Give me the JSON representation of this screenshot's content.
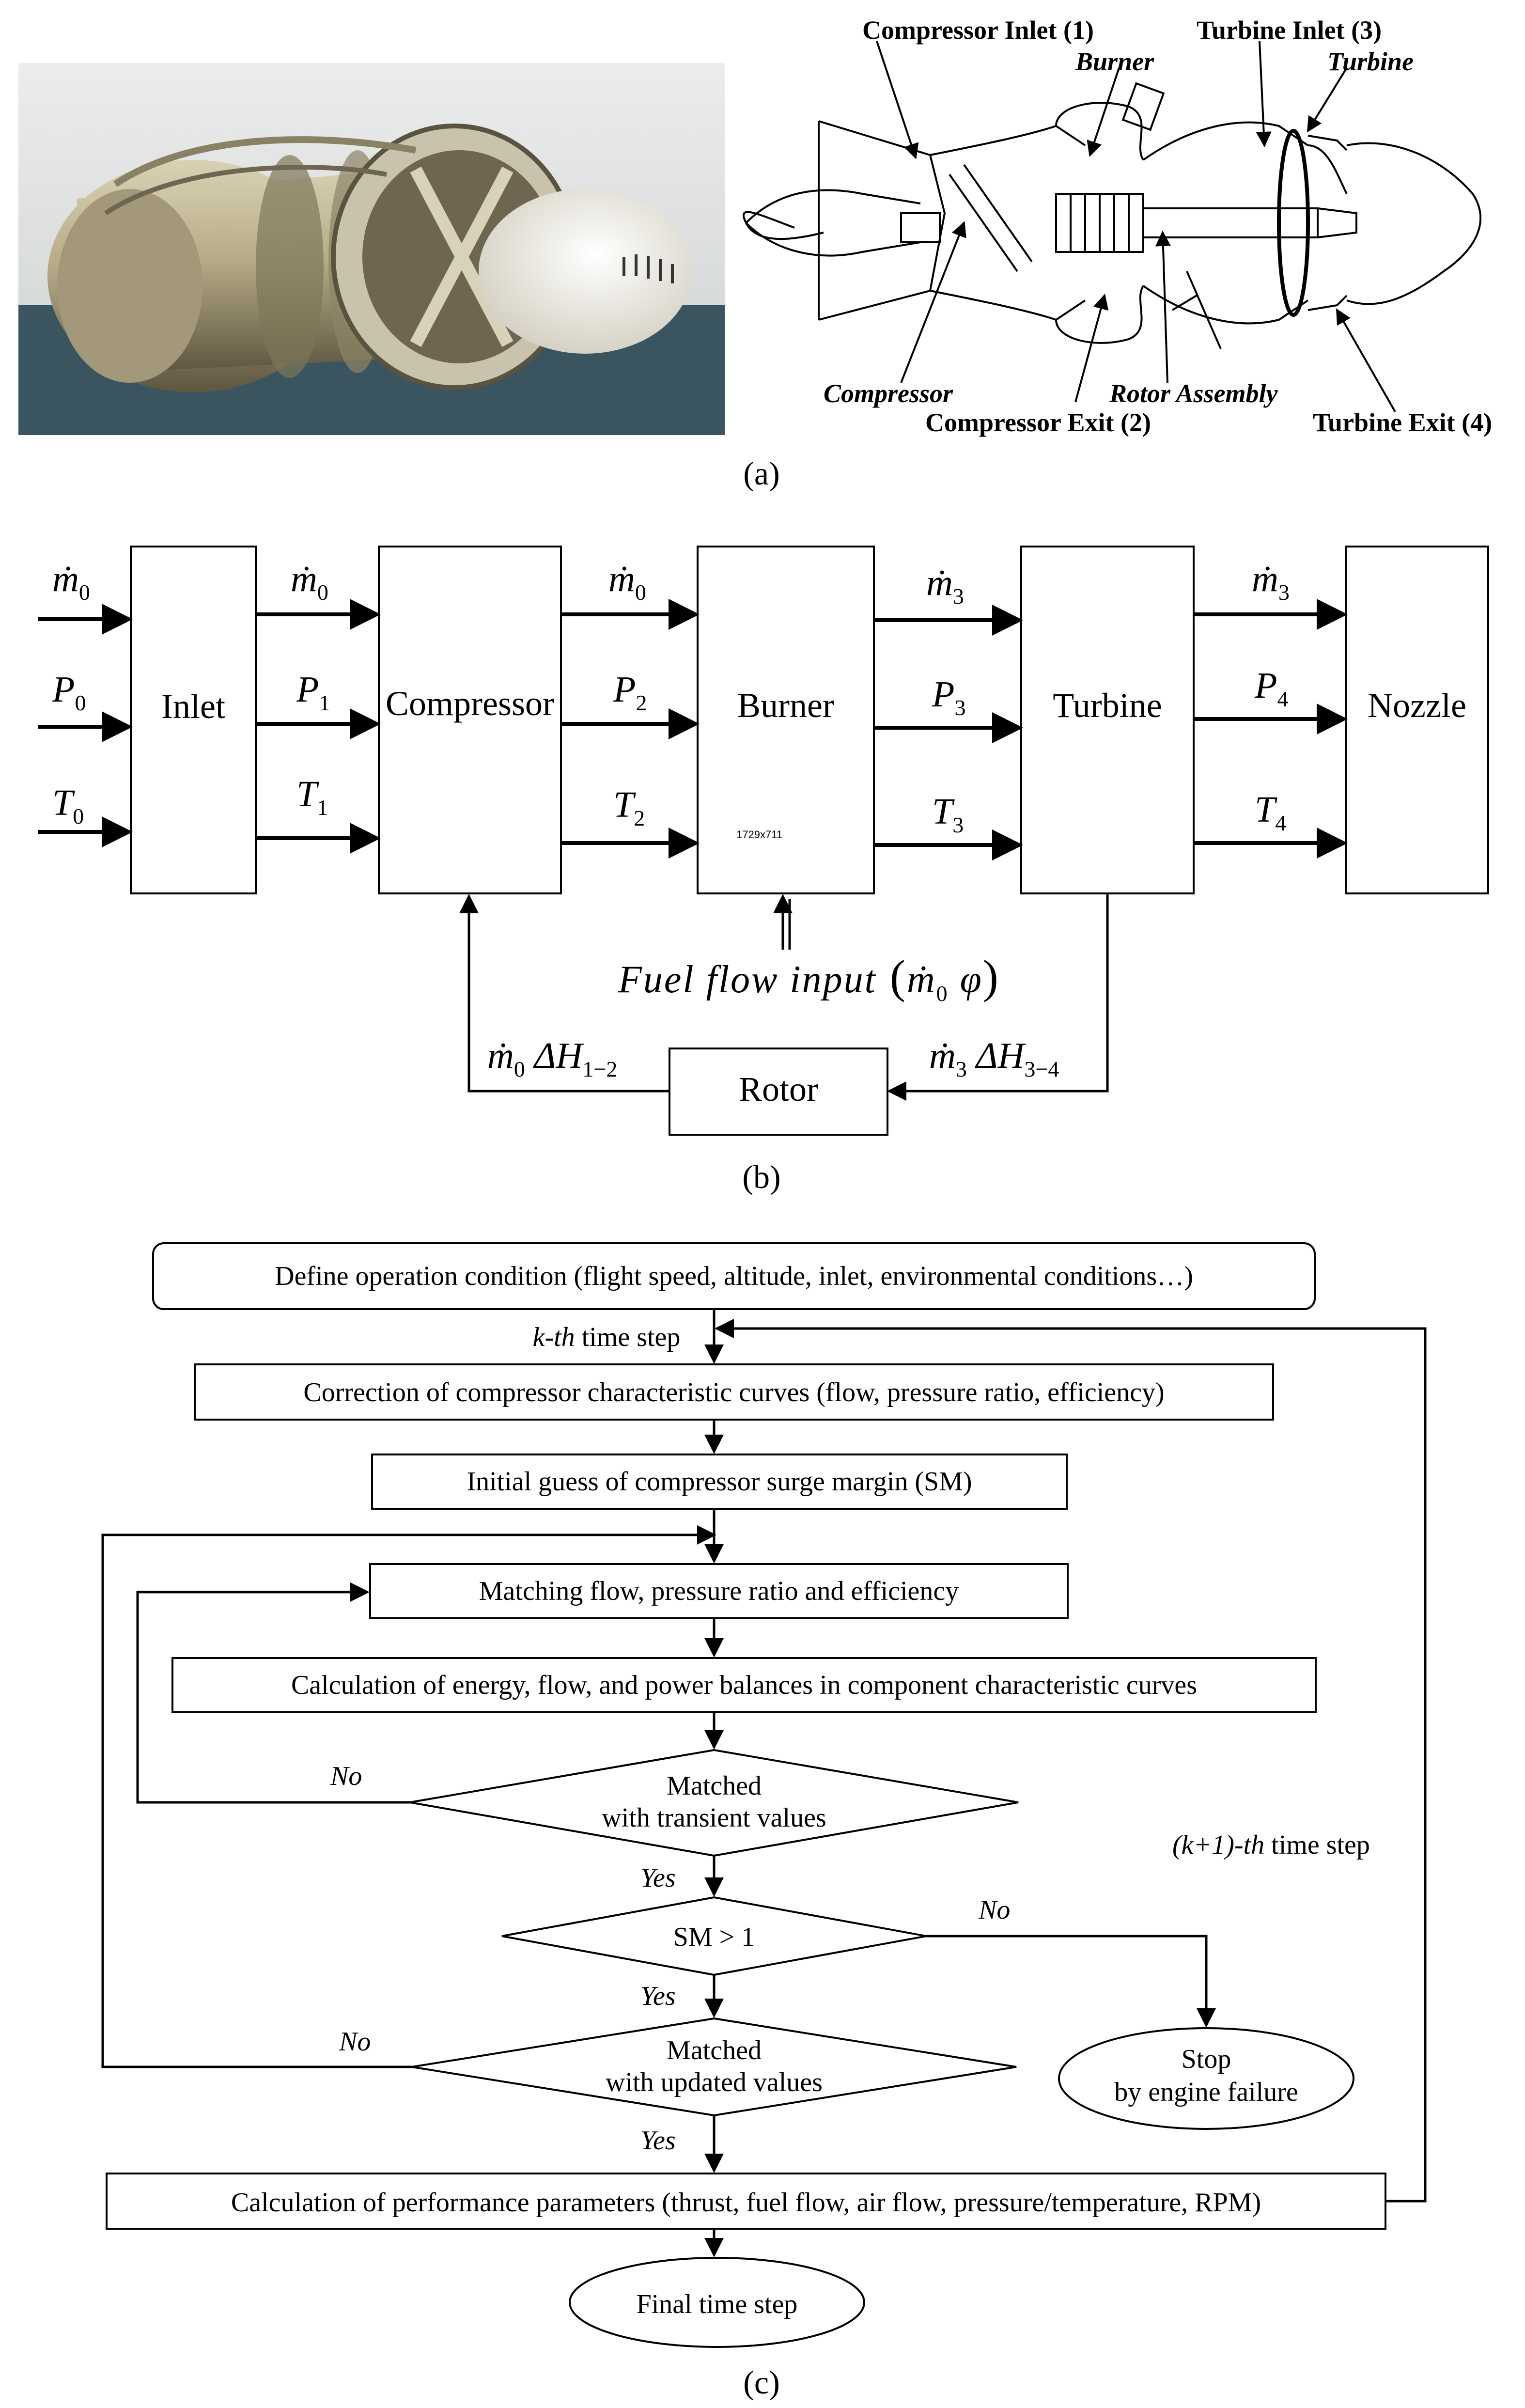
{
  "panel_a": {
    "caption": "(a)",
    "labels": {
      "compressor_inlet": "Compressor Inlet (1)",
      "burner": "Burner",
      "turbine_inlet": "Turbine Inlet (3)",
      "turbine": "Turbine",
      "compressor": "Compressor",
      "rotor_assembly": "Rotor Assembly",
      "compressor_exit": "Compressor Exit (2)",
      "turbine_exit": "Turbine Exit (4)"
    }
  },
  "panel_b": {
    "caption": "(b)",
    "blocks": {
      "inlet": "Inlet",
      "compressor": "Compressor",
      "burner": "Burner",
      "turbine": "Turbine",
      "nozzle": "Nozzle",
      "rotor": "Rotor"
    },
    "signals": {
      "m0": "ṁ",
      "sub0": "0",
      "P": "P",
      "T": "T",
      "sub1": "1",
      "sub2": "2",
      "sub3": "3",
      "sub4": "4",
      "m3_sub": "3"
    },
    "burner_note": "1729x711",
    "fuel_input": "Fuel  flow  input",
    "fuel_expr": "ṁ",
    "fuel_phi": "φ",
    "rotor_left": "ΔH",
    "rotor_left_sub": "1−2",
    "rotor_right": "ΔH",
    "rotor_right_sub": "3−4"
  },
  "panel_c": {
    "caption": "(c)",
    "define": "Define operation condition (flight speed, altitude, inlet, environmental conditions…)",
    "kth_italic": "k-th",
    "kth_rest": " time step",
    "correction": "Correction of compressor characteristic curves (flow, pressure ratio, efficiency)",
    "initial_guess": "Initial guess of compressor surge margin (SM)",
    "matching": "Matching flow, pressure ratio and efficiency",
    "calculation": "Calculation of energy, flow, and power balances in component characteristic curves",
    "matched_transient_1": "Matched",
    "matched_transient_2": "with transient values",
    "no_1": "No",
    "yes_1": "Yes",
    "sm": "SM > 1",
    "no_2": "No",
    "yes_2": "Yes",
    "matched_updated_1": "Matched",
    "matched_updated_2": "with updated values",
    "no_3": "No",
    "yes_3": "Yes",
    "stop_1": "Stop",
    "stop_2": "by engine failure",
    "k1_italic": "(k+1)-th",
    "k1_rest": " time step",
    "performance": "Calculation of performance parameters (thrust, fuel flow, air flow, pressure/temperature, RPM)",
    "final": "Final time step"
  },
  "colors": {
    "photo_sky": "#e6e6e6",
    "photo_ground": "#3b5560",
    "engine_body": "#b5ab8c",
    "engine_dark": "#5a5340",
    "engine_cone": "#f2f0ea"
  }
}
